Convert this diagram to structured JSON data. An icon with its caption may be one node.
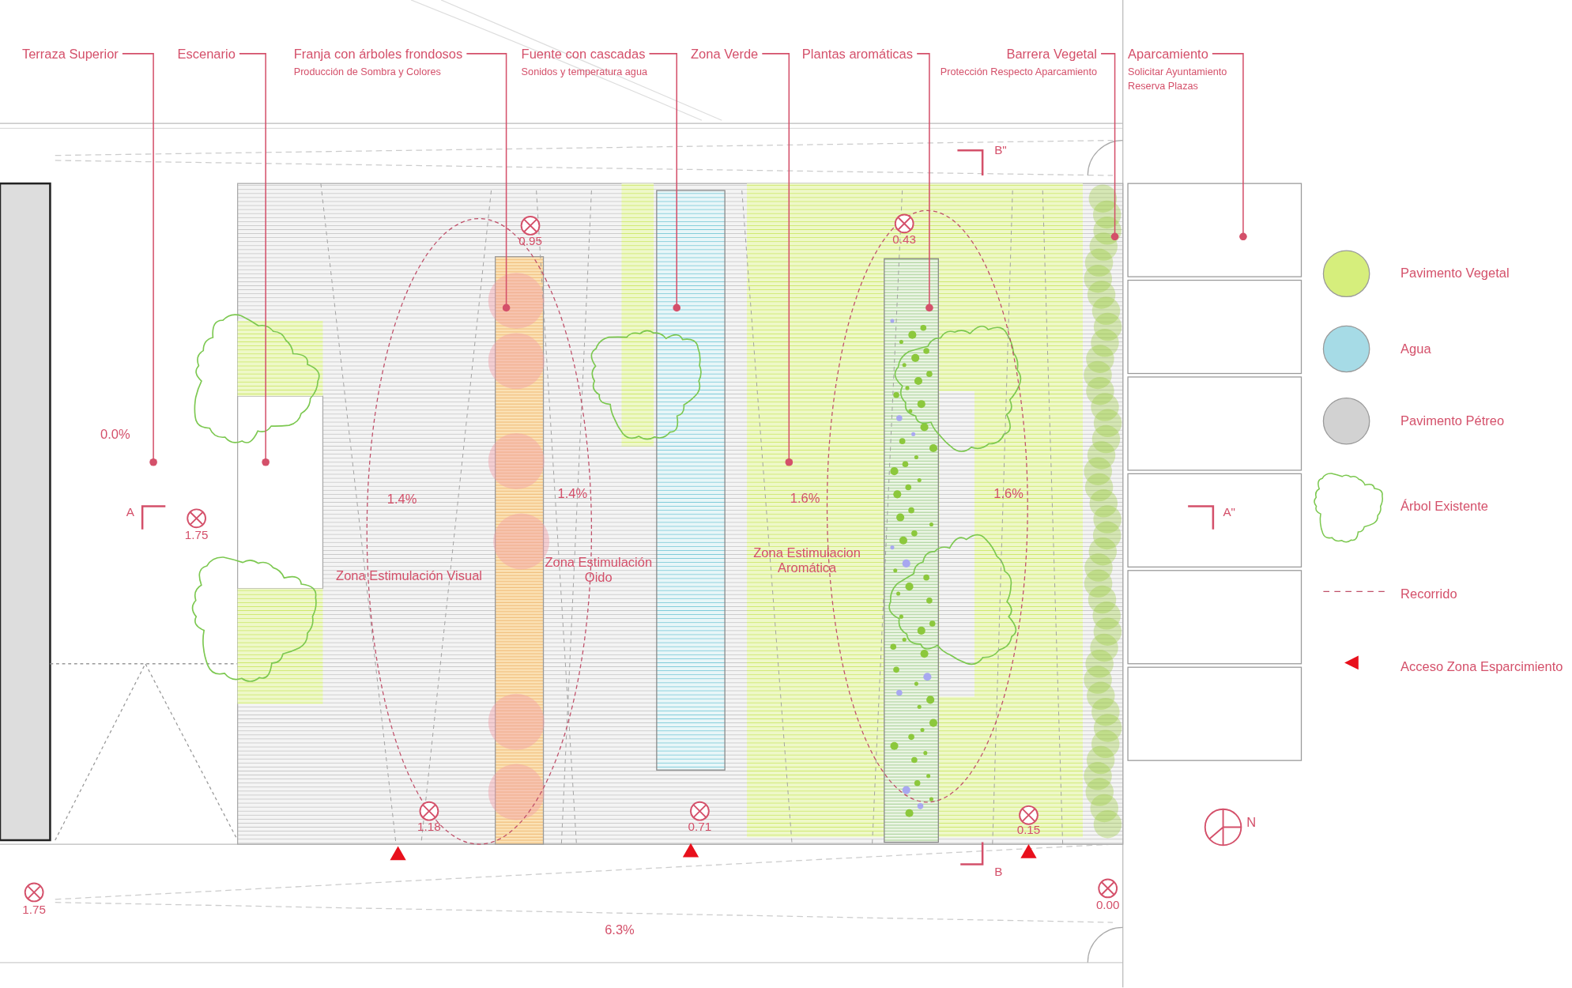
{
  "diagram": {
    "nodes": [
      {
        "text": [
          "Terraza Superior"
        ]
      },
      {
        "text": [
          "Escenario"
        ]
      },
      {
        "text": [
          "Franja con árboles frondosos",
          "Producción de Sombra y Colores"
        ]
      },
      {
        "text": [
          "Fuente con cascadas",
          "Sonidos y temperatura agua"
        ]
      },
      {
        "text": [
          "Zona Verde"
        ]
      },
      {
        "text": [
          "Plantas aromáticas"
        ]
      },
      {
        "text": [
          "Barrera Vegetal",
          "Protección Respecto Aparcamiento"
        ]
      },
      {
        "text": [
          "Aparcamiento",
          "Solicitar Ayuntamiento Reserva Plazas"
        ]
      }
    ],
    "edges": [
      {
        "from": 0,
        "to": null,
        "arrow": "other"
      },
      {
        "from": 1,
        "to": null,
        "arrow": "other"
      },
      {
        "from": 2,
        "to": null,
        "arrow": "other"
      },
      {
        "from": 3,
        "to": null,
        "arrow": "other"
      },
      {
        "from": 4,
        "to": null,
        "arrow": "other"
      },
      {
        "from": 5,
        "to": null,
        "arrow": "other"
      },
      {
        "from": 6,
        "to": null,
        "arrow": "other"
      },
      {
        "from": 7,
        "to": null,
        "arrow": "other"
      }
    ],
    "labels": [
      "B\"",
      "0.95",
      "0.43",
      "0.0%",
      "1.4%",
      "1.4%",
      "1.6%",
      "1.6%",
      "A",
      "A\"",
      "1.75",
      "Zona Estimulación Visual",
      "Zona Estimulación Oido",
      "Zona Estimulacion Aromática",
      "1.18",
      "0.71",
      "0.15",
      "N",
      "B",
      "0.00",
      "1.75",
      "6.3%"
    ],
    "legend": [
      {
        "text": "Pavimento Vegetal",
        "color": "#d6ee7c"
      },
      {
        "text": "Agua",
        "color": "#a6dbe6"
      },
      {
        "text": "Pavimento Pétreo",
        "color": "#d2d2d2"
      },
      {
        "text": "Árbol Existente"
      },
      {
        "text": "Recorrido"
      },
      {
        "text": "Acceso Zona Esparcimiento"
      }
    ]
  }
}
